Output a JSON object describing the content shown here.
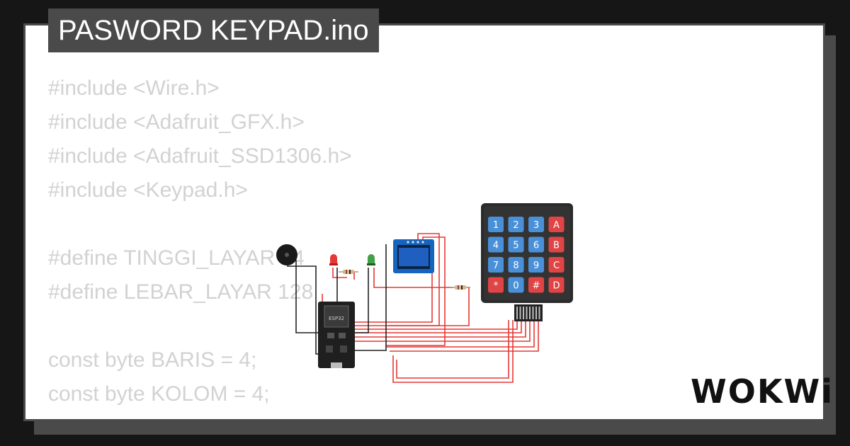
{
  "project": {
    "filename": "PASWORD KEYPAD.ino"
  },
  "code_lines": [
    "#include <Wire.h>",
    "#include <Adafruit_GFX.h>",
    "#include <Adafruit_SSD1306.h>",
    "#include <Keypad.h>",
    "",
    "#define TINGGI_LAYAR 64",
    "#define LEBAR_LAYAR 128",
    "",
    "const byte BARIS = 4;",
    "const byte KOLOM = 4;"
  ],
  "diagram": {
    "board_label": "ESP32",
    "keypad_keys": [
      [
        "1",
        "2",
        "3",
        "A"
      ],
      [
        "4",
        "5",
        "6",
        "B"
      ],
      [
        "7",
        "8",
        "9",
        "C"
      ],
      [
        "*",
        "0",
        "#",
        "D"
      ]
    ],
    "colors": {
      "key_blue": "#4a90d9",
      "key_red": "#e04444",
      "wire_red": "#e53935",
      "wire_black": "#222222",
      "led_red": "#e53935",
      "led_green": "#43a047",
      "oled_screen": "#1f5fbf"
    }
  },
  "brand": {
    "logo_text": "WOKWi"
  },
  "colors": {
    "background": "#161616",
    "frame": "#4a4a4a",
    "card": "#ffffff",
    "code_text": "#d2d2d2"
  }
}
